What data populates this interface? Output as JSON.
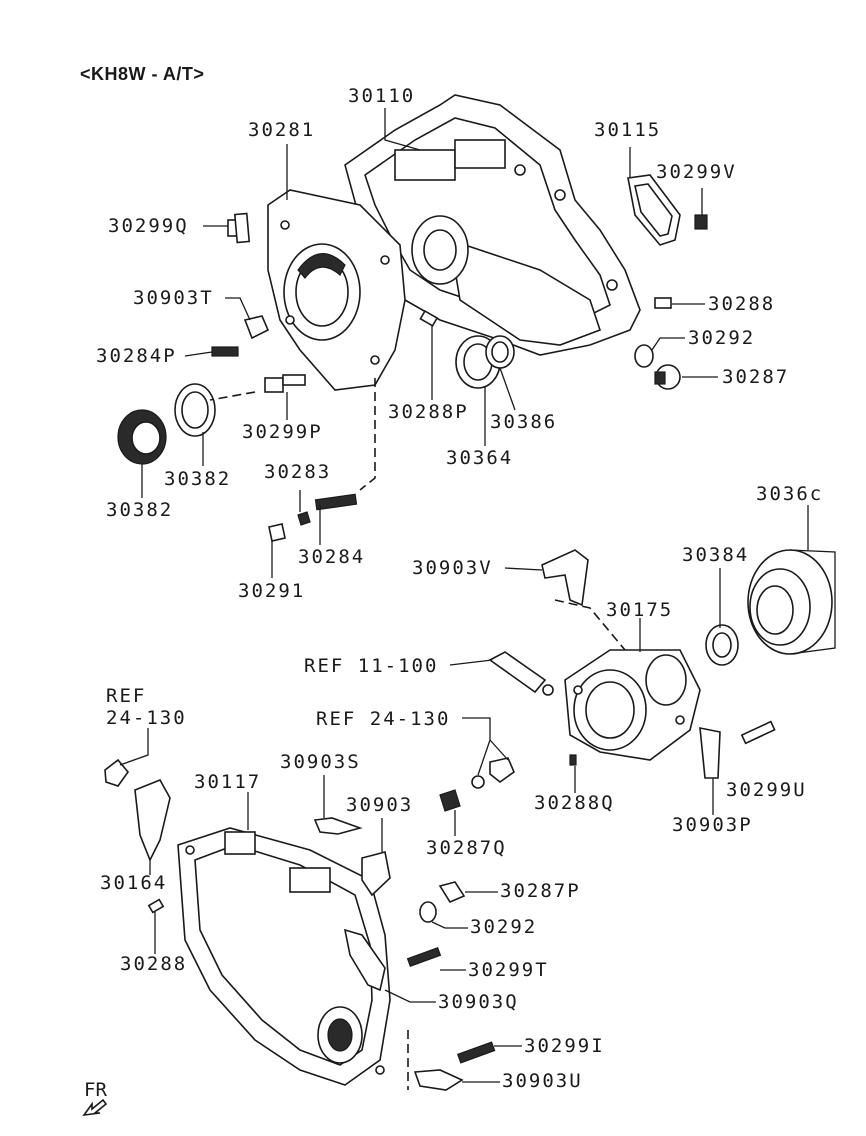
{
  "title": "<KH8W - A/T>",
  "labels": {
    "p30110": "30110",
    "p30281": "30281",
    "p30115": "30115",
    "p30299V": "30299V",
    "p30299Q": "30299Q",
    "p30903T": "30903T",
    "p30288a": "30288",
    "p30292a": "30292",
    "p30284P": "30284P",
    "p30287": "30287",
    "p30299P": "30299P",
    "p30288P": "30288P",
    "p30386": "30386",
    "p30382a": "30382",
    "p30382b": "30382",
    "p30364": "30364",
    "p30283": "30283",
    "p30284": "30284",
    "p30291": "30291",
    "p30366": "3036c",
    "p30384": "30384",
    "p30903V": "30903V",
    "p30175": "30175",
    "ref11_100": "REF 11-100",
    "ref24_130a_1": "REF",
    "ref24_130a_2": "24-130",
    "ref24_130b": "REF 24-130",
    "p30117": "30117",
    "p30903S": "30903S",
    "p30903": "30903",
    "p30288Q": "30288Q",
    "p30299U": "30299U",
    "p30903P": "30903P",
    "p30287Q": "30287Q",
    "p30164": "30164",
    "p30287P": "30287P",
    "p30292b": "30292",
    "p30288b": "30288",
    "p30299T": "30299T",
    "p30903Q": "30903Q",
    "p30299I": "30299I",
    "p30903U": "30903U",
    "fr": "FR"
  },
  "icons": {
    "front_arrow": "arrow-down-left-icon"
  }
}
